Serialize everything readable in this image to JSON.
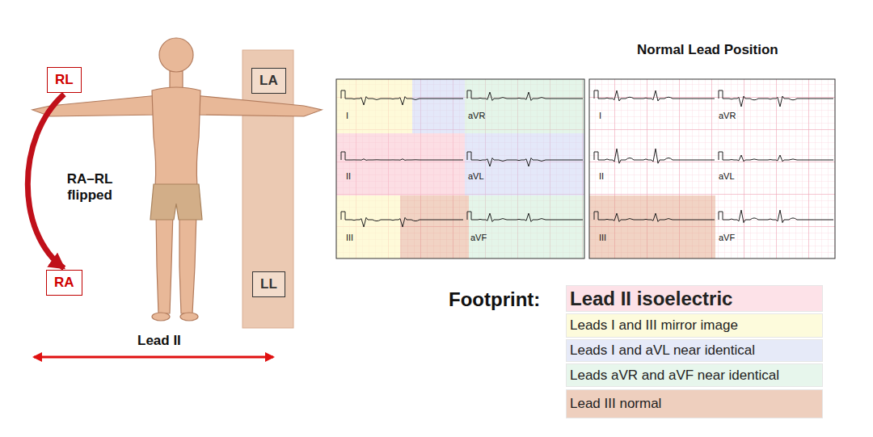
{
  "diagram": {
    "nodes": [
      {
        "text": [
          "RL"
        ]
      },
      {
        "text": [
          "LA"
        ]
      },
      {
        "text": [
          "RA"
        ]
      },
      {
        "text": [
          "LL"
        ]
      }
    ],
    "edges": [
      {
        "from": 0,
        "to": 2,
        "arrow": "to",
        "label": "RA–RL flipped"
      }
    ],
    "labels": [
      "Lead II",
      "Normal Lead Position",
      "I",
      "aVR",
      "II",
      "aVL",
      "III",
      "aVF",
      "I",
      "aVR",
      "II",
      "aVL",
      "III",
      "aVF",
      "Footprint:"
    ],
    "legend": [
      {
        "text": "Lead II isoelectric",
        "color": "#fde2e8"
      },
      {
        "text": "Leads I and III mirror image",
        "color": "#fdfbdc"
      },
      {
        "text": "Leads I and aVL near identical",
        "color": "#e6eaf8"
      },
      {
        "text": "Leads aVR and aVF near identical",
        "color": "#e7f6ec"
      },
      {
        "text": "Lead III normal",
        "color": "#eecfbe"
      }
    ]
  }
}
